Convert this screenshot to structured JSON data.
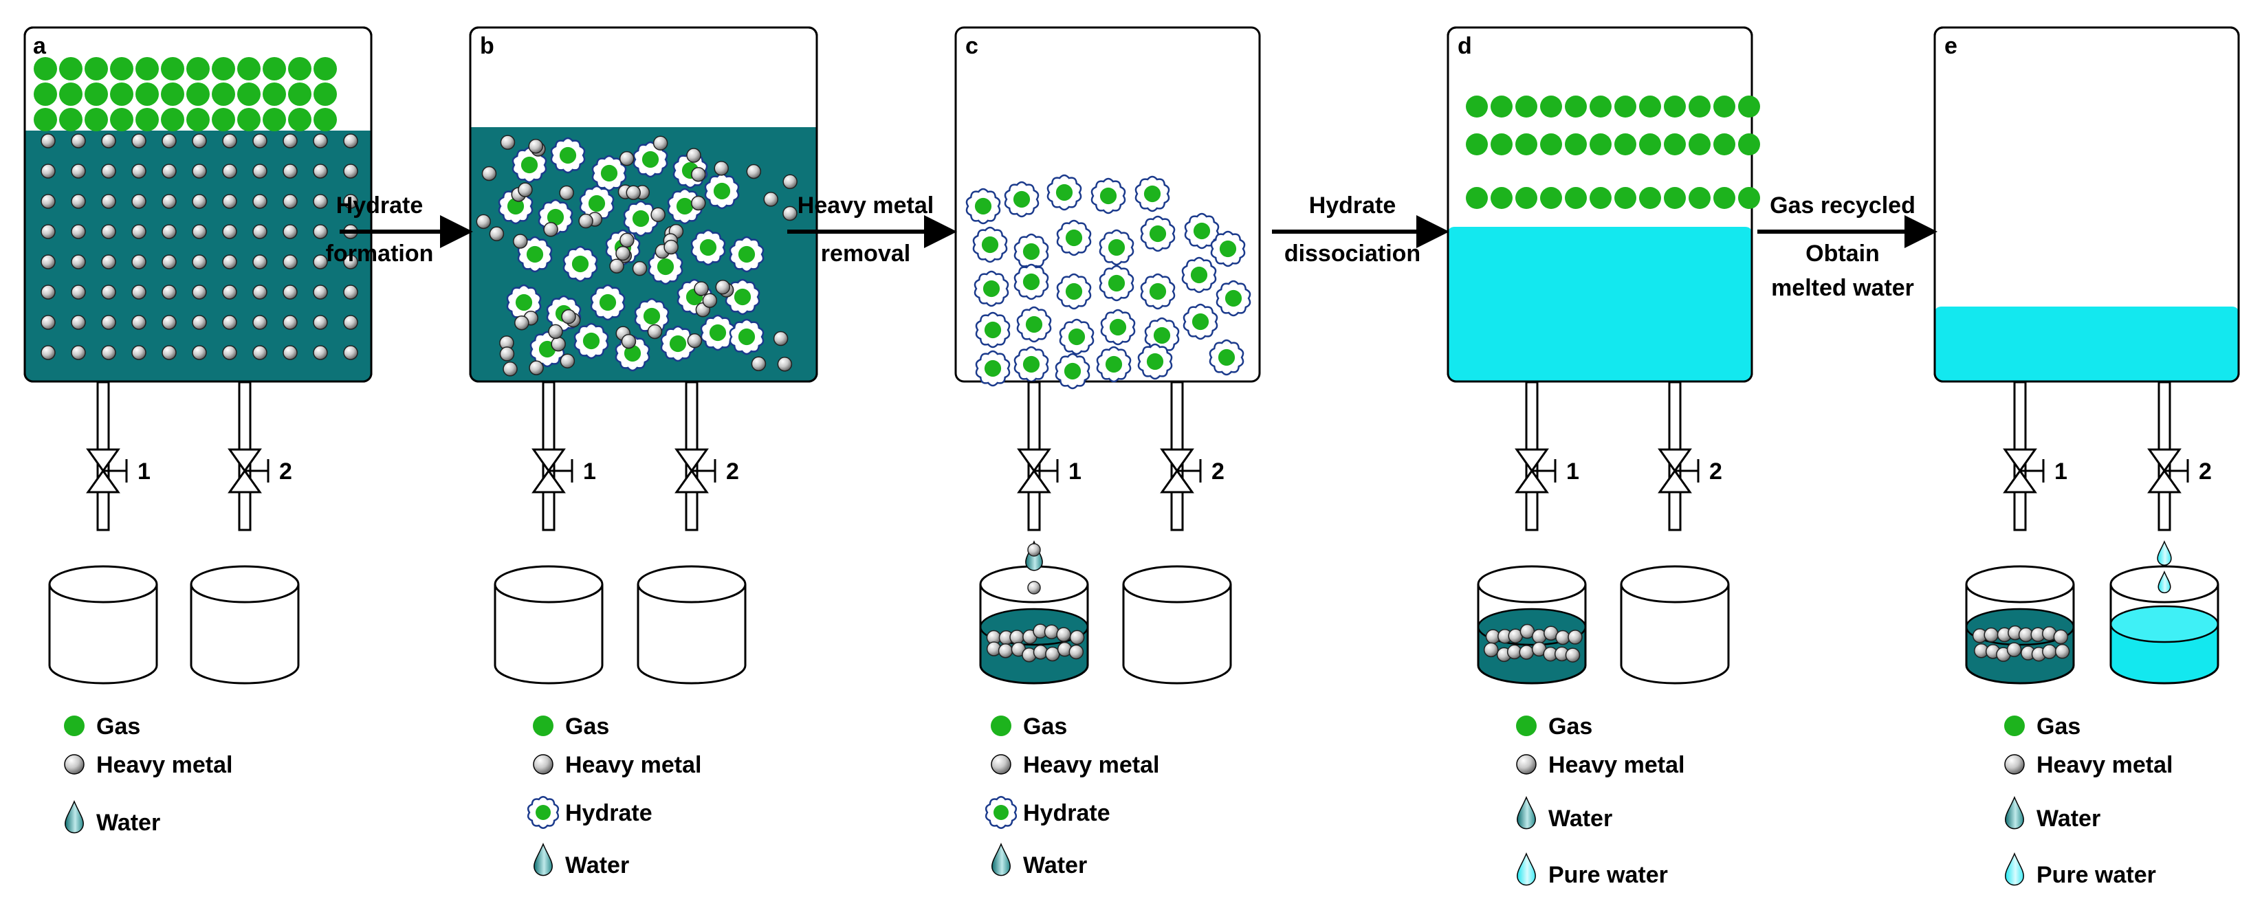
{
  "panels": [
    {
      "letter": "a",
      "valve1": "1",
      "valve2": "2",
      "legend": [
        {
          "icon": "gas",
          "label": "Gas"
        },
        {
          "icon": "metal",
          "label": "Heavy metal"
        },
        {
          "icon": "water",
          "label": "Water"
        }
      ]
    },
    {
      "letter": "b",
      "valve1": "1",
      "valve2": "2",
      "legend": [
        {
          "icon": "gas",
          "label": "Gas"
        },
        {
          "icon": "metal",
          "label": "Heavy metal"
        },
        {
          "icon": "hydrate",
          "label": "Hydrate"
        },
        {
          "icon": "water",
          "label": "Water"
        }
      ]
    },
    {
      "letter": "c",
      "valve1": "1",
      "valve2": "2",
      "legend": [
        {
          "icon": "gas",
          "label": "Gas"
        },
        {
          "icon": "metal",
          "label": "Heavy metal"
        },
        {
          "icon": "hydrate",
          "label": "Hydrate"
        },
        {
          "icon": "water",
          "label": "Water"
        }
      ]
    },
    {
      "letter": "d",
      "valve1": "1",
      "valve2": "2",
      "legend": [
        {
          "icon": "gas",
          "label": "Gas"
        },
        {
          "icon": "metal",
          "label": "Heavy metal"
        },
        {
          "icon": "water",
          "label": "Water"
        },
        {
          "icon": "pure",
          "label": "Pure water"
        }
      ]
    },
    {
      "letter": "e",
      "valve1": "1",
      "valve2": "2",
      "legend": [
        {
          "icon": "gas",
          "label": "Gas"
        },
        {
          "icon": "metal",
          "label": "Heavy metal"
        },
        {
          "icon": "water",
          "label": "Water"
        },
        {
          "icon": "pure",
          "label": "Pure water"
        }
      ]
    }
  ],
  "arrows": [
    {
      "above": "Hydrate",
      "below": "formation"
    },
    {
      "above": "Heavy metal",
      "below": "removal"
    },
    {
      "above": "Hydrate",
      "below": "dissociation"
    },
    {
      "above": "Gas recycled",
      "below1": "Obtain",
      "below2": "melted water"
    }
  ],
  "colors": {
    "gas": "#1db31d",
    "teal": "#0d7377",
    "cyan": "#13e8ef",
    "metal": "#d6d6d6",
    "outline": "#1b3a8c"
  }
}
